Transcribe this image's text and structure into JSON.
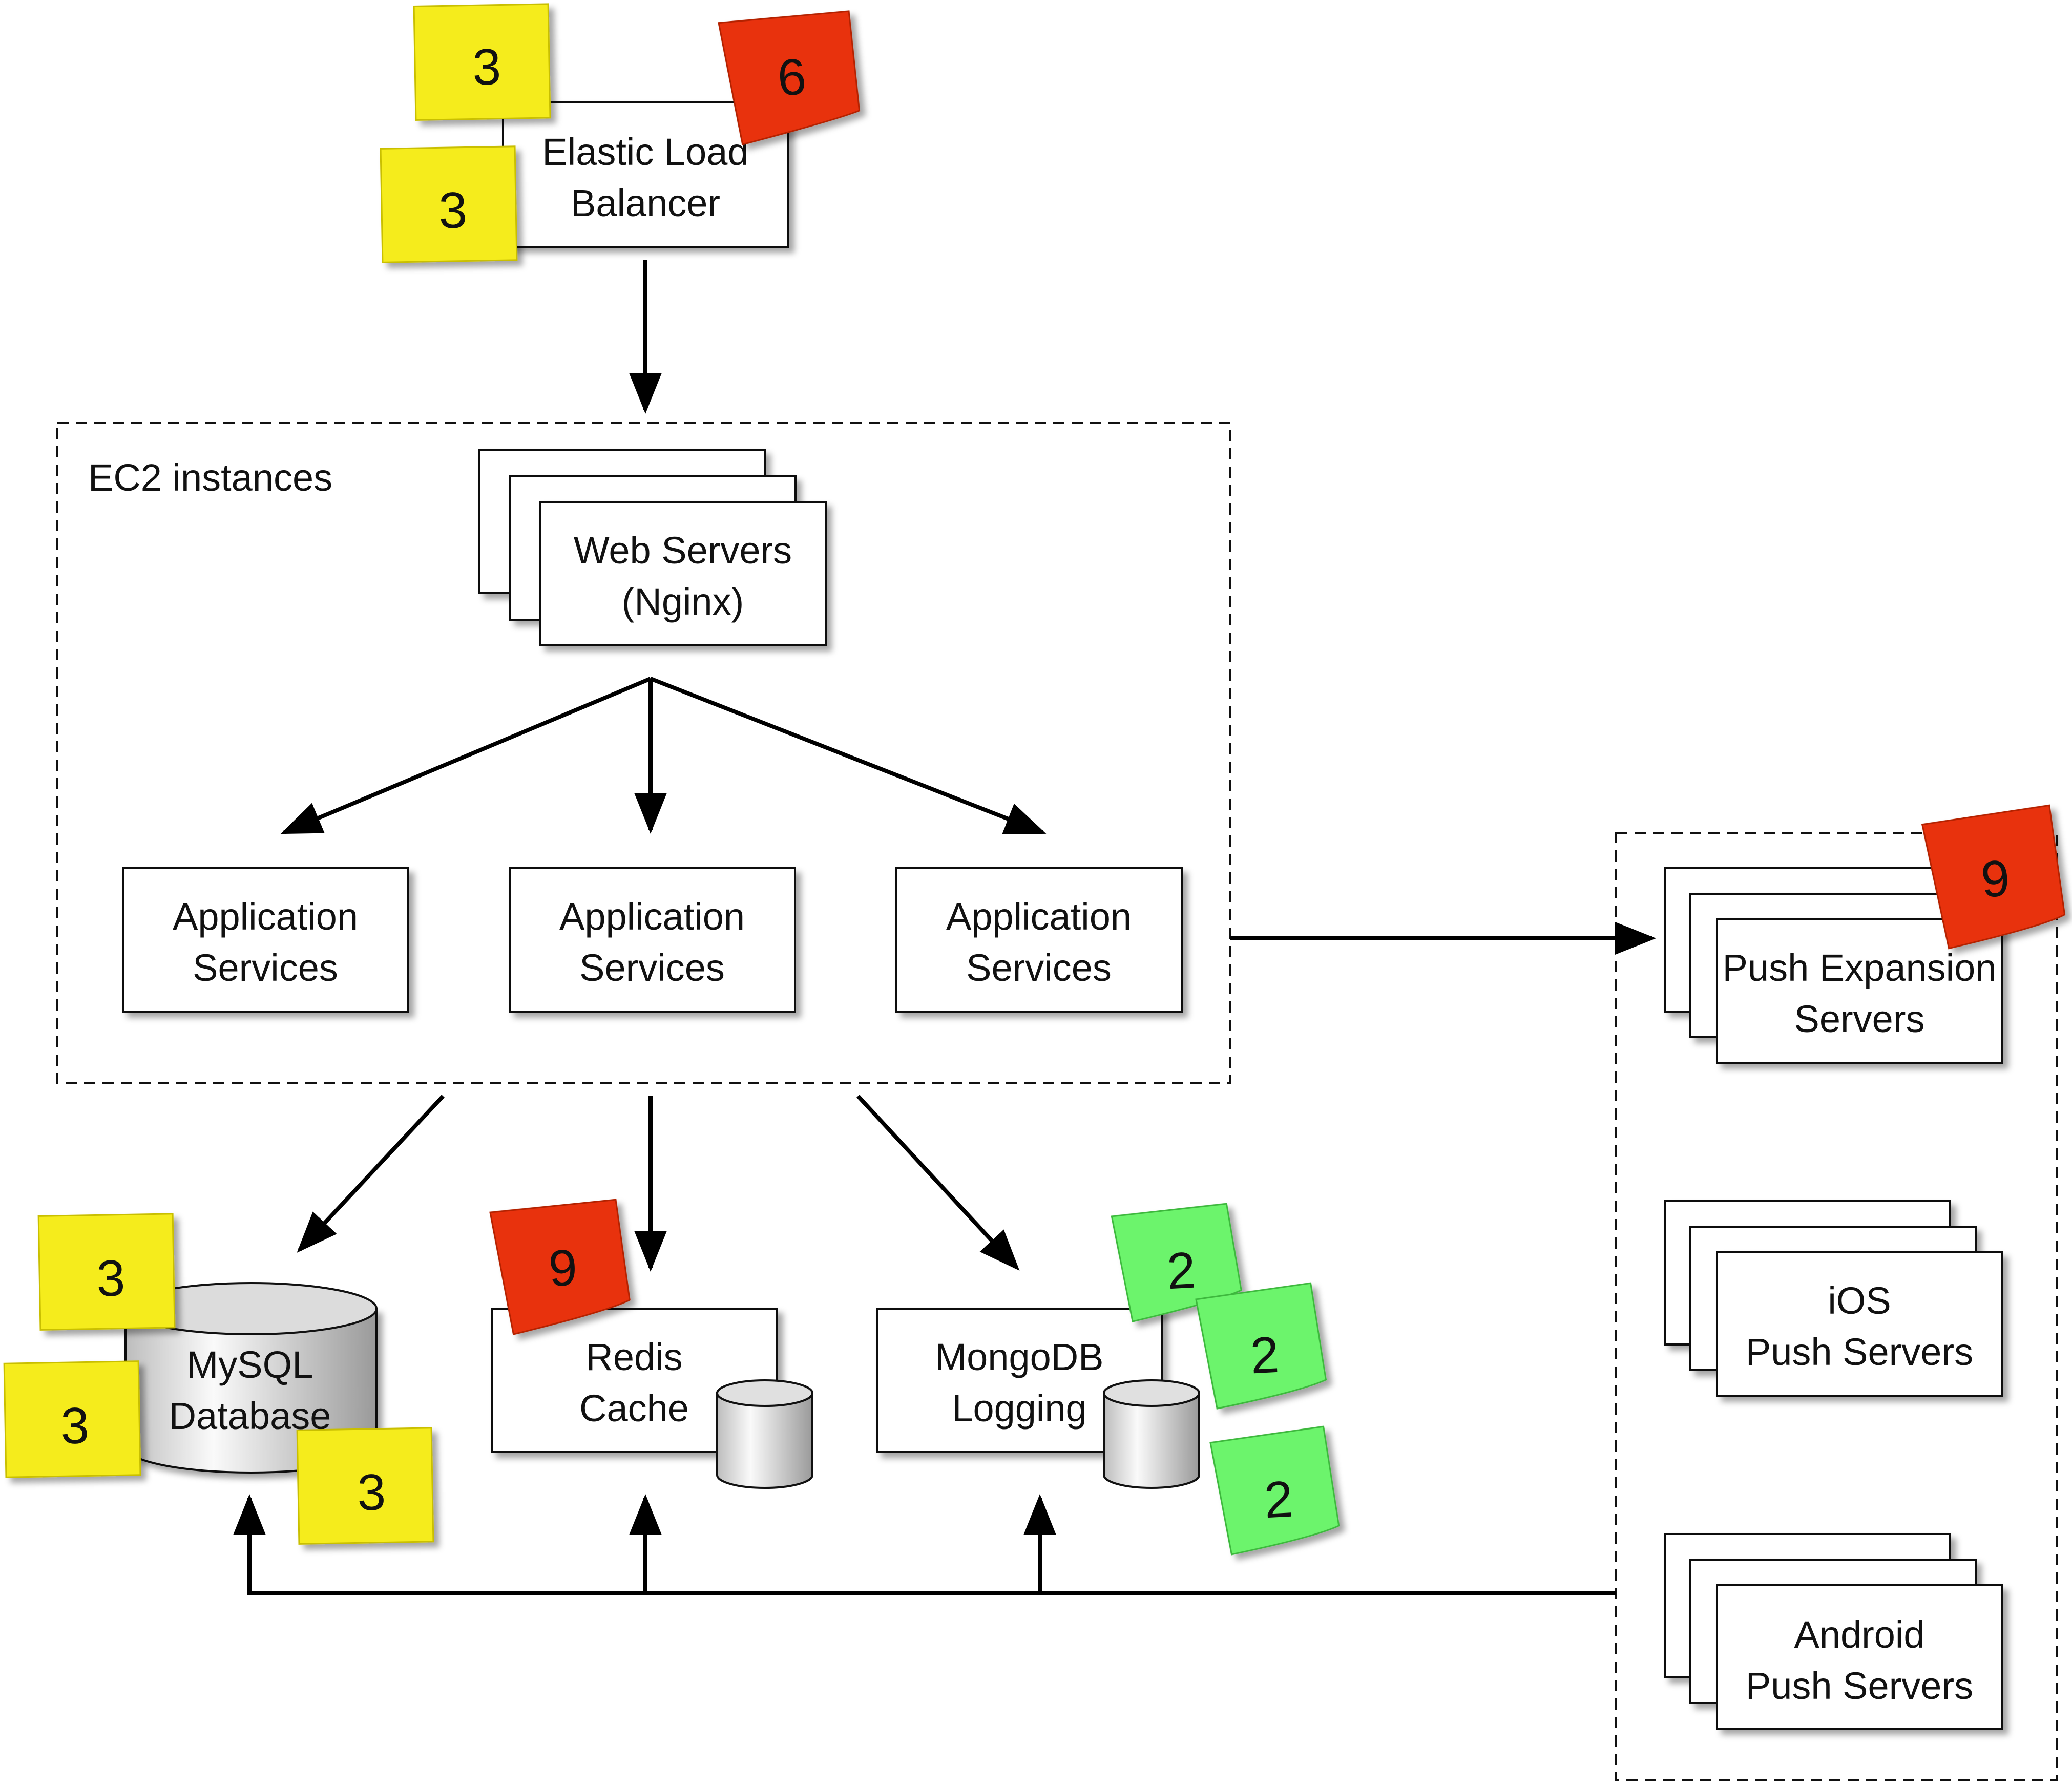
{
  "colors": {
    "note_yellow": "#f5ec1f",
    "note_red": "#e83310",
    "note_green": "#6cf46c",
    "box_stroke": "#111111",
    "arrow": "#000000"
  },
  "groups": {
    "ec2": "EC2 instances"
  },
  "boxes": {
    "elb": [
      "Elastic Load",
      "Balancer"
    ],
    "web": [
      "Web Servers",
      "(Nginx)"
    ],
    "app1": [
      "Application",
      "Services"
    ],
    "app2": [
      "Application",
      "Services"
    ],
    "app3": [
      "Application",
      "Services"
    ],
    "mysql": [
      "MySQL",
      "Database"
    ],
    "redis": [
      "Redis",
      "Cache"
    ],
    "mongo": [
      "MongoDB",
      "Logging"
    ],
    "push_expansion": [
      "Push Expansion",
      "Servers"
    ],
    "ios": [
      "iOS",
      "Push Servers"
    ],
    "android": [
      "Android",
      "Push Servers"
    ]
  },
  "notes": {
    "elb_yellow_top": "3",
    "elb_yellow_bottom": "3",
    "elb_red": "6",
    "push_red": "9",
    "mysql_yellow_top": "3",
    "mysql_yellow_left": "3",
    "mysql_yellow_right": "3",
    "redis_red": "9",
    "mongo_green_1": "2",
    "mongo_green_2": "2",
    "mongo_green_3": "2"
  }
}
